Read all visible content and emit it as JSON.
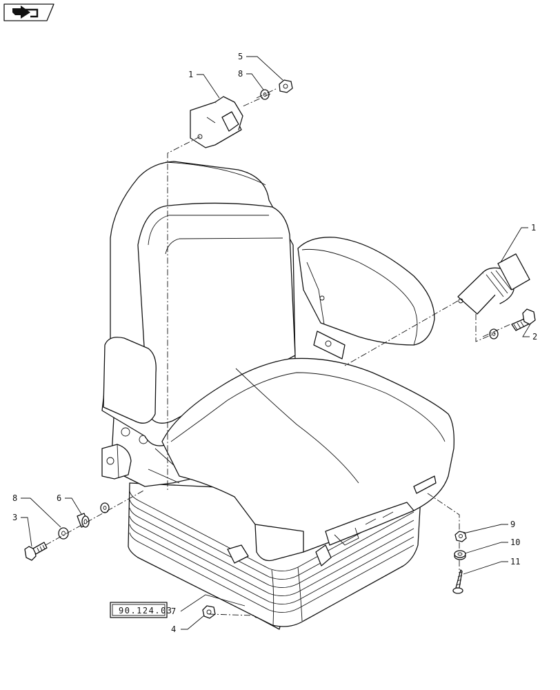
{
  "reference": {
    "code": "90.124.03"
  },
  "callouts": {
    "bracket_top": "1",
    "bracket_right": "1",
    "bolt_right": "2",
    "bolt_left": "3",
    "nut_bottom": "4",
    "nut_top": "5",
    "spacer_left": "6",
    "seat_assembly": "7",
    "washer_top": "8",
    "washer_left": "8",
    "nut_right": "9",
    "washer_right": "10",
    "screw_right": "11"
  },
  "icons": {
    "nav": "arrow-return-icon"
  }
}
